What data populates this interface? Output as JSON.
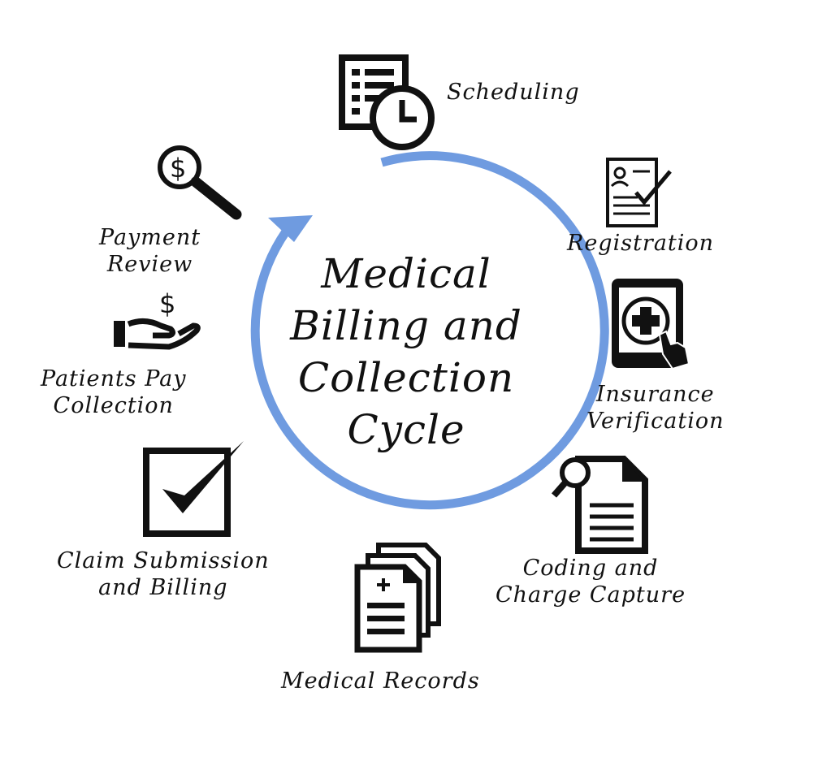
{
  "title_lines": [
    "Medical",
    "Billing and",
    "Collection",
    "Cycle"
  ],
  "accent_color": "#6f9be0",
  "steps": [
    {
      "icon": "calendar-clock-icon",
      "lines": [
        "Scheduling"
      ]
    },
    {
      "icon": "registration-form-icon",
      "lines": [
        "Registration"
      ]
    },
    {
      "icon": "tablet-medical-cross-icon",
      "lines": [
        "Insurance",
        "Verification"
      ]
    },
    {
      "icon": "document-magnifier-icon",
      "lines": [
        "Coding and",
        "Charge Capture"
      ]
    },
    {
      "icon": "medical-documents-icon",
      "lines": [
        "Medical Records"
      ]
    },
    {
      "icon": "checkbox-checkmark-icon",
      "lines": [
        "Claim Submission",
        "and Billing"
      ]
    },
    {
      "icon": "hand-dollar-icon",
      "lines": [
        "Patients Pay",
        "Collection"
      ]
    },
    {
      "icon": "dollar-magnifier-icon",
      "lines": [
        "Payment",
        "Review"
      ]
    }
  ]
}
